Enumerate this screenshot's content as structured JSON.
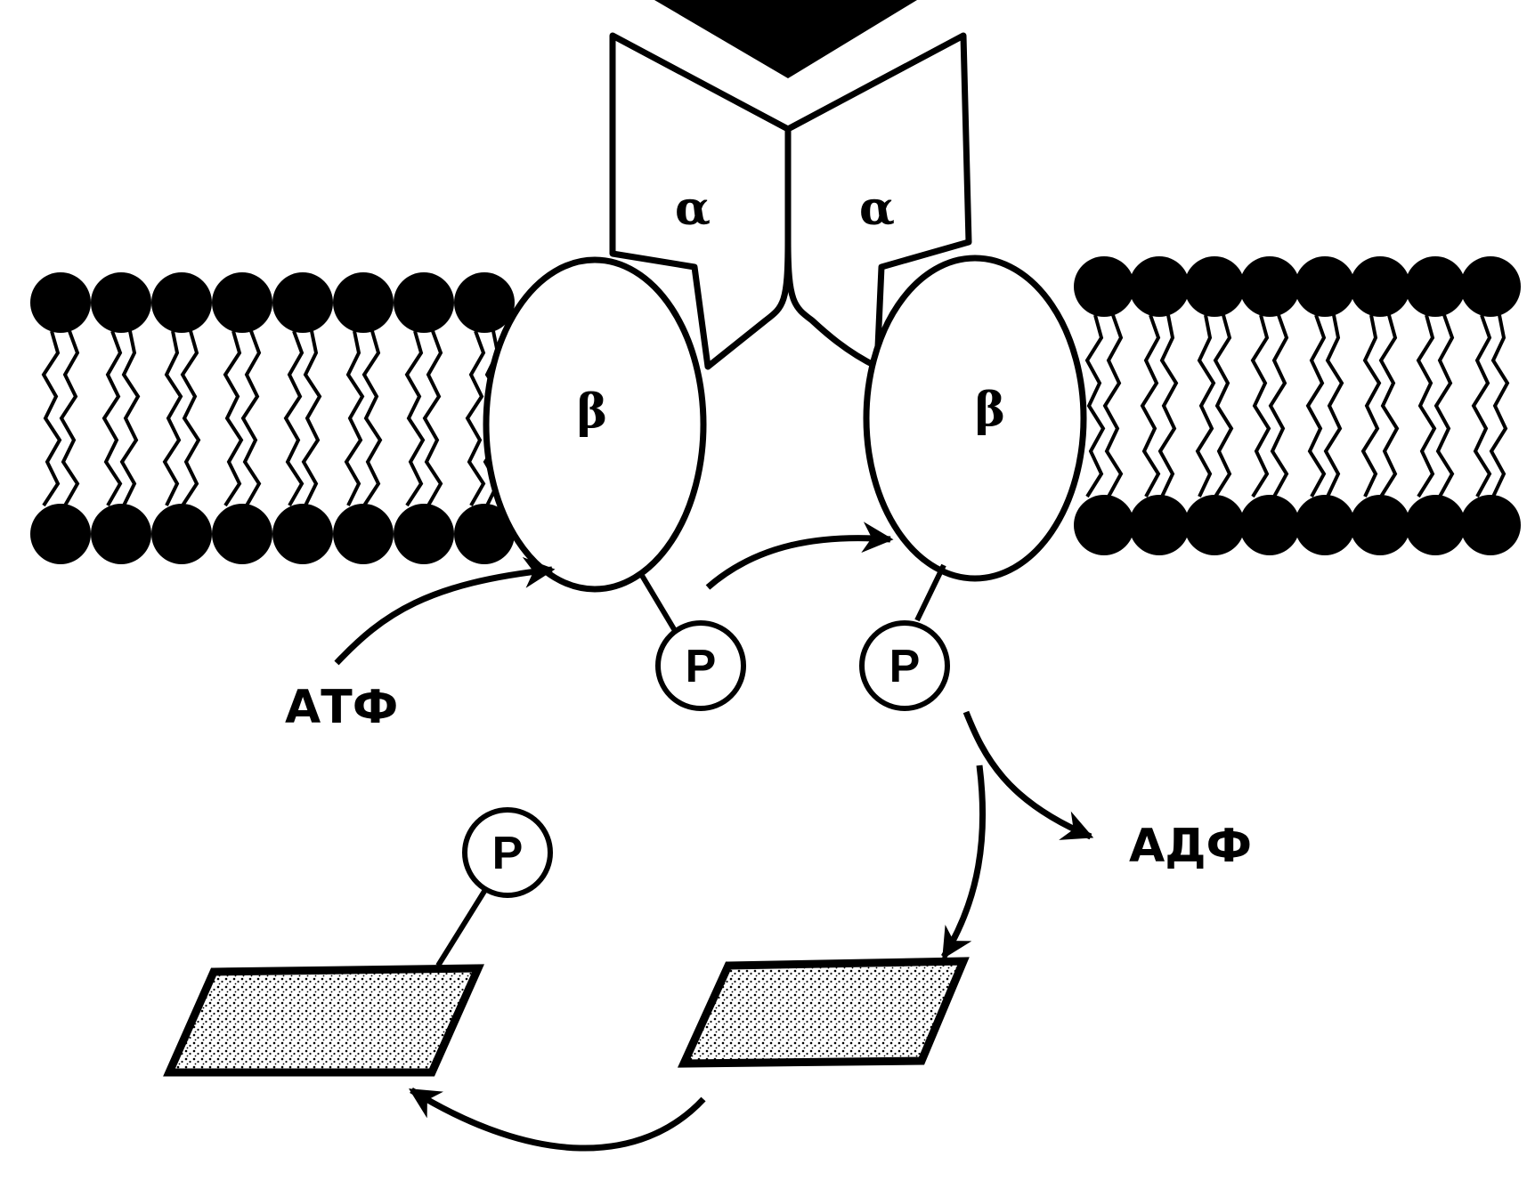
{
  "diagram": {
    "subunits": {
      "alpha_left": "α",
      "alpha_right": "α",
      "beta_left": "β",
      "beta_right": "β"
    },
    "phosphates": {
      "beta_left": "P",
      "beta_right": "P",
      "substrate": "P"
    },
    "labels": {
      "atp": "АТФ",
      "adp": "АДФ"
    },
    "colors": {
      "ink": "#000000",
      "paper": "#ffffff"
    }
  }
}
